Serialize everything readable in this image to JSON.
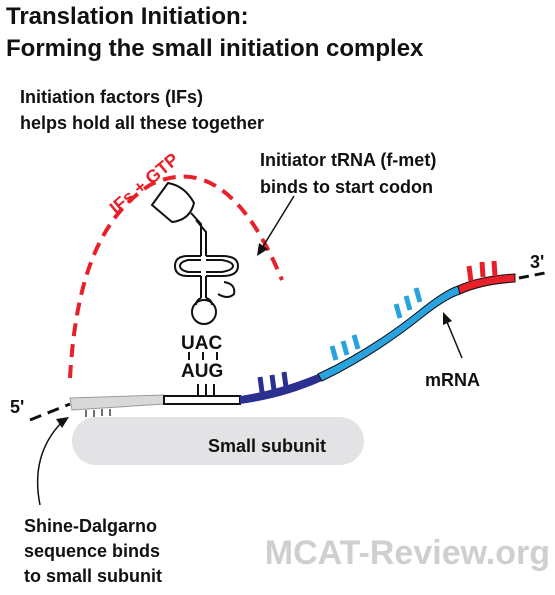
{
  "title": {
    "line1": "Translation Initiation:",
    "line2": "Forming the small initiation complex"
  },
  "labels": {
    "if_note_line1": "Initiation factors (IFs)",
    "if_note_line2": "helps hold all these together",
    "ifs_gtp": "IFs + GTP",
    "trna_note_line1": "Initiator tRNA (f-met)",
    "trna_note_line2": "binds to start codon",
    "anticodon": "UAC",
    "codon": "AUG",
    "five_prime": "5'",
    "three_prime": "3'",
    "mrna": "mRNA",
    "small_subunit": "Small subunit",
    "sd_line1": "Shine-Dalgarno",
    "sd_line2": "sequence binds",
    "sd_line3": "to small subunit",
    "watermark": "MCAT-Review.org"
  },
  "colors": {
    "ifs_dashed": "#e8202a",
    "codon_dark_blue": "#2b2f8f",
    "codon_light_blue": "#29a3e0",
    "codon_red": "#e8202a",
    "subunit_fill": "#e3e3e5",
    "shine_dalgarno_fill": "#d9d9d9",
    "watermark": "#cfcfcf",
    "line": "#111111"
  }
}
